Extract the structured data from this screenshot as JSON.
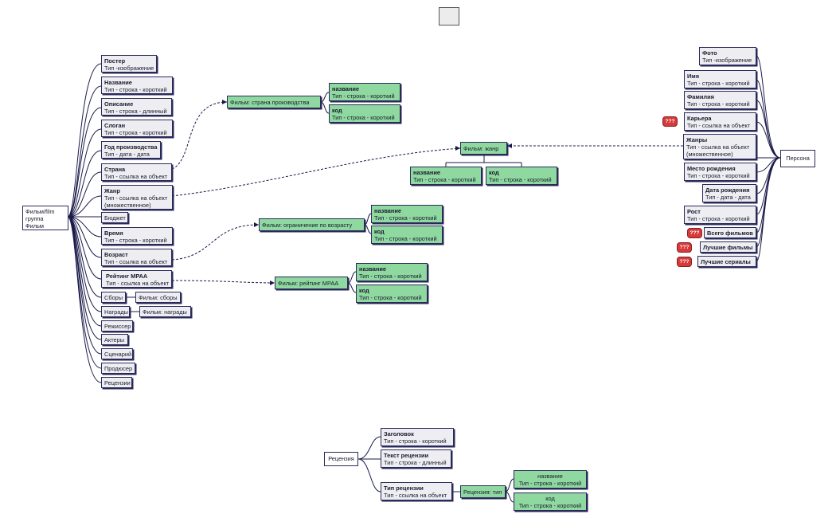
{
  "film": {
    "root": [
      "Фильм/film",
      "группа",
      "Фильм"
    ],
    "fields": [
      {
        "name": "Постер",
        "type": "Тип -изображение"
      },
      {
        "name": "Название",
        "type": "Тип - строка - короткий"
      },
      {
        "name": "Описание",
        "type": "Тип - строка - длинный"
      },
      {
        "name": "Слоган",
        "type": "Тип - строка - короткий"
      },
      {
        "name": "Год производства",
        "type": "Тип - дата - дата"
      },
      {
        "name": "Страна",
        "type": "Тип - ссылка на объект"
      },
      {
        "name": "Жанр",
        "type": "Тип - ссылка на объект",
        "type2": "(множественное)"
      },
      {
        "name": "Бюджет"
      },
      {
        "name": "Время",
        "type": "Тип - строка - короткий"
      },
      {
        "name": "Возраст",
        "type": "Тип - ссылка на объект"
      },
      {
        "name": "Рейтинг МРАА",
        "type": "Тип - ссылка на объект"
      },
      {
        "name": "Сборы"
      },
      {
        "name": "Награды"
      },
      {
        "name": "Режиссер"
      },
      {
        "name": "Актеры"
      },
      {
        "name": "Сценарий"
      },
      {
        "name": "Продюсер"
      },
      {
        "name": "Рецензии"
      }
    ],
    "box_fees_link": "Фильм: сборы",
    "awards_link": "Фильм: награды"
  },
  "country": {
    "title": "Фильм: страна производства",
    "fields": [
      {
        "name": "название",
        "type": "Тип - строка - короткий"
      },
      {
        "name": "код",
        "type": "Тип - строка - короткий"
      }
    ]
  },
  "genre": {
    "title": "Фильм: жанр",
    "fields": [
      {
        "name": "название",
        "type": "Тип - строка - короткий"
      },
      {
        "name": "код",
        "type": "Тип - строка - короткий"
      }
    ]
  },
  "age": {
    "title": "Фильм: ограничение по возрасту",
    "fields": [
      {
        "name": "название",
        "type": "Тип - строка - короткий"
      },
      {
        "name": "код",
        "type": "Тип - строка - короткий"
      }
    ]
  },
  "mpaa": {
    "title": "Фильм: рейтинг МРАА",
    "fields": [
      {
        "name": "название",
        "type": "Тип - строка - короткий"
      },
      {
        "name": "код",
        "type": "Тип - строка - короткий"
      }
    ]
  },
  "person": {
    "root": "Персона",
    "badge": "???",
    "fields": [
      {
        "name": "Фото",
        "type": "Тип -изображение"
      },
      {
        "name": "Имя",
        "type": "Тип - строка - короткий"
      },
      {
        "name": "Фамилия",
        "type": "Тип - строка - короткий"
      },
      {
        "name": "Карьера",
        "type": "Тип - ссылка на объект"
      },
      {
        "name": "Жанры",
        "type": "Тип - ссылка на объект",
        "type2": "(множественное)"
      },
      {
        "name": "Место рождения",
        "type": "Тип - строка - короткий"
      },
      {
        "name": "Дата рождения",
        "type": "Тип - дата - дата"
      },
      {
        "name": "Рост",
        "type": "Тип - строка - короткий"
      },
      {
        "name": "Всего фильмов"
      },
      {
        "name": "Лучшие фильмы"
      },
      {
        "name": "Лучшие сериалы"
      }
    ]
  },
  "review": {
    "root": "Рецензия",
    "fields": [
      {
        "name": "Заголовок",
        "type": "Тип - строка - короткий"
      },
      {
        "name": "Текст рецензии",
        "type": "Тип - строка - длинный"
      },
      {
        "name": "Тип рецензии",
        "type": "Тип - ссылка на объект"
      }
    ],
    "type_title": "Рецензия: тип",
    "type_fields": [
      {
        "name": "название",
        "type": "Тип - строка - короткий"
      },
      {
        "name": "код",
        "type": "Тип - строка - короткий"
      }
    ]
  },
  "colors": {
    "line": "#1a1a4a",
    "node_grey": "#eeeef2",
    "node_green": "#8fd9a0",
    "badge": "#d63a3a"
  }
}
